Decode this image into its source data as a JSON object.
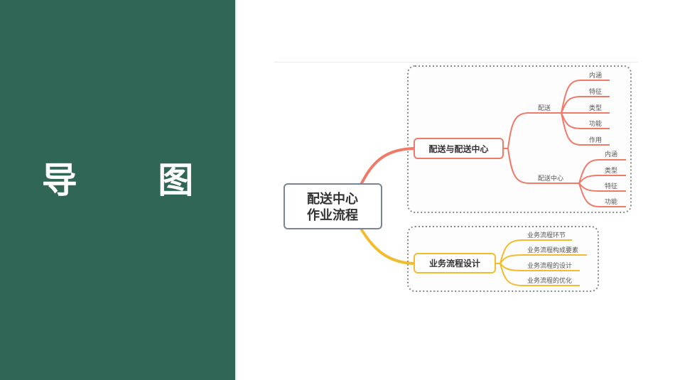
{
  "slide": {
    "title": "导 图",
    "title_chars": [
      "导",
      "图"
    ]
  },
  "colors": {
    "panel_bg": "#2f6655",
    "title_text": "#ffffff",
    "branch_red": "#ef7a6a",
    "branch_yellow": "#f3bc2f",
    "central_border": "#7a8496",
    "dashed_border": "#8a8a8a",
    "leaf_text": "#555555"
  },
  "mindmap": {
    "central": {
      "line1": "配送中心",
      "line2": "作业流程"
    },
    "branches": [
      {
        "label": "配送与配送中心",
        "color": "red",
        "children": [
          {
            "label": "配送",
            "leaves": [
              "内涵",
              "特征",
              "类型",
              "功能",
              "作用"
            ]
          },
          {
            "label": "配送中心",
            "leaves": [
              "内涵",
              "类型",
              "特征",
              "功能"
            ]
          }
        ]
      },
      {
        "label": "业务流程设计",
        "color": "yellow",
        "leaves": [
          "业务流程环节",
          "业务流程构成要素",
          "业务流程的设计",
          "业务流程的优化"
        ]
      }
    ]
  }
}
